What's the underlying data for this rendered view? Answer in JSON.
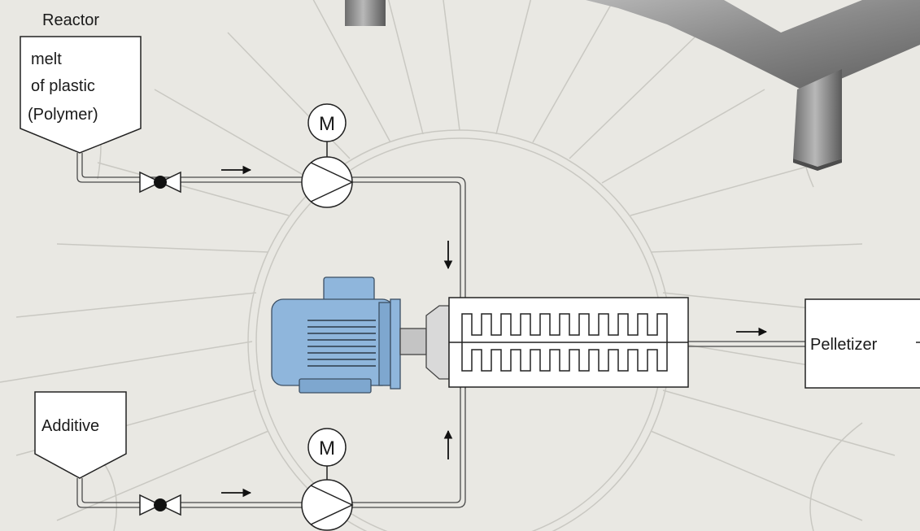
{
  "reactor": {
    "title": "Reactor",
    "content_line1": "melt",
    "content_line2": "of plastic",
    "content_line3": "(Polymer)"
  },
  "additive": {
    "label": "Additive"
  },
  "motor_symbol": {
    "top": "M",
    "bottom": "M"
  },
  "pelletizer": {
    "label": "Pelletizer"
  },
  "colors": {
    "background": "#e9e8e3",
    "gear_outline": "#c9c8c2",
    "pipe": "#4a4a4a",
    "motor_blue": "#8fb6dc",
    "frame_metal": "#8d8d8d"
  }
}
